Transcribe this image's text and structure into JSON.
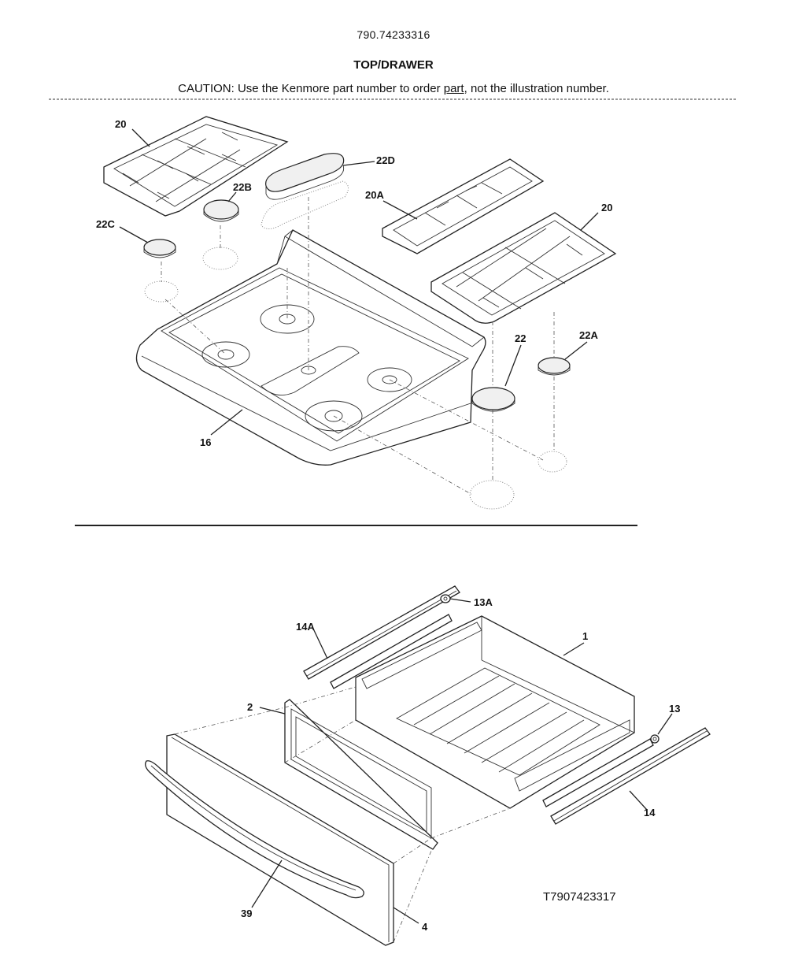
{
  "header": {
    "model_number": "790.74233316",
    "section_title": "TOP/DRAWER",
    "caution_before": "CAUTION: Use the Kenmore part number to order ",
    "caution_underlined": "part",
    "caution_after": ", not the illustration number."
  },
  "footer": {
    "diagram_id": "T7907423317"
  },
  "parts": {
    "top": {
      "p20_left": "20",
      "p22D": "22D",
      "p22B": "22B",
      "p20A": "20A",
      "p20_right": "20",
      "p22C": "22C",
      "p22": "22",
      "p22A": "22A",
      "p16": "16"
    },
    "drawer": {
      "p13A": "13A",
      "p14A": "14A",
      "p1": "1",
      "p2": "2",
      "p13": "13",
      "p14": "14",
      "p39": "39",
      "p4": "4"
    }
  }
}
